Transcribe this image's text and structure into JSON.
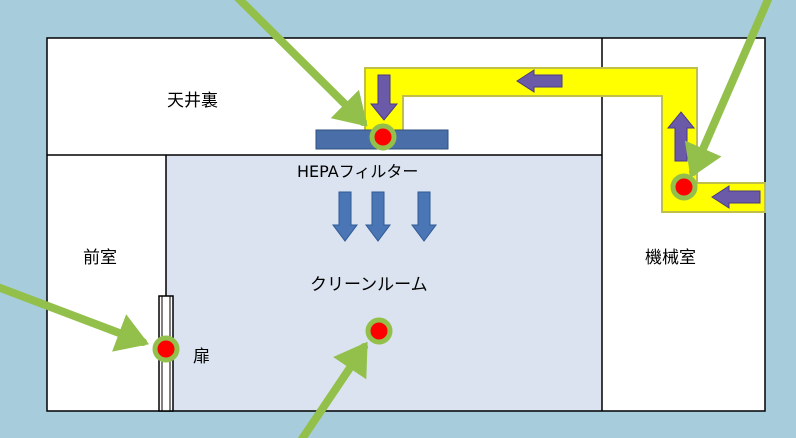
{
  "colors": {
    "outer_background": "#a7cddd",
    "room_background": "#ffffff",
    "cleanroom_fill": "#dae3ef",
    "wall_line": "#000000",
    "duct_yellow": "#ffff00",
    "duct_outline": "#bfbf4a",
    "filter_blue": "#4a6fa8",
    "flow_arrow_purple": "#6a5aa8",
    "downflow_arrow_blue": "#4a76b6",
    "pointer_green": "#92c04a",
    "marker_red": "#ff0000",
    "marker_ring": "#92c04a"
  },
  "labels": {
    "ceiling_space": "天井裏",
    "anteroom": "前室",
    "machine_room": "機械室",
    "cleanroom": "クリーンルーム",
    "hepa_filter": "HEPAフィルター",
    "door": "扉"
  },
  "icons": {
    "flow_arrow": "arrow-left-icon / arrow-down-icon / arrow-up-icon",
    "pointer": "green-pointer-arrow-icon",
    "marker": "red-dot-marker-icon"
  }
}
